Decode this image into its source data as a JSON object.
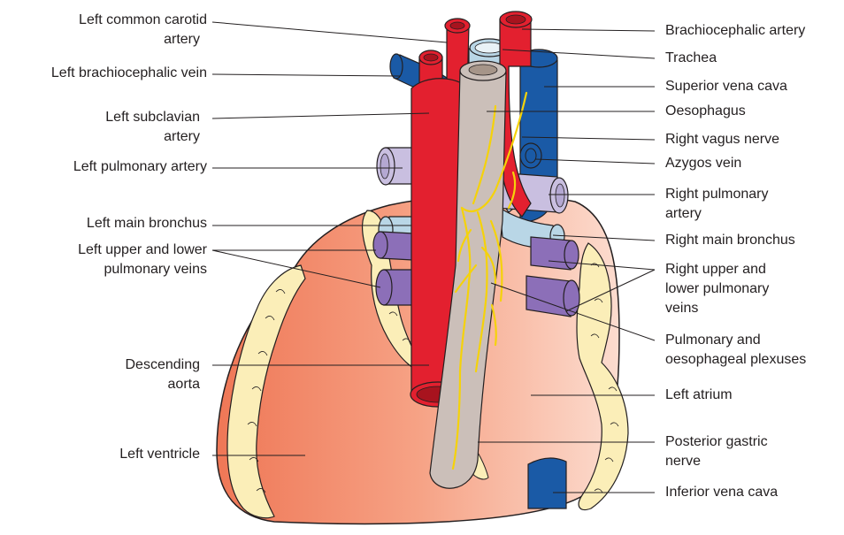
{
  "diagram": {
    "labels_left": {
      "left_common_carotid": [
        "Left common carotid",
        "artery"
      ],
      "left_brachiocephalic_vein": [
        "Left brachiocephalic vein"
      ],
      "left_subclavian": [
        "Left subclavian",
        "artery"
      ],
      "left_pulmonary_artery": [
        "Left pulmonary artery"
      ],
      "left_main_bronchus": [
        "Left main bronchus"
      ],
      "left_pulmonary_veins": [
        "Left upper and lower",
        "pulmonary veins"
      ],
      "descending_aorta": [
        "Descending",
        "aorta"
      ],
      "left_ventricle": [
        "Left ventricle"
      ]
    },
    "labels_right": {
      "brachiocephalic_artery": [
        "Brachiocephalic artery"
      ],
      "trachea": [
        "Trachea"
      ],
      "superior_vena_cava": [
        "Superior vena cava"
      ],
      "oesophagus": [
        "Oesophagus"
      ],
      "right_vagus_nerve": [
        "Right vagus nerve"
      ],
      "azygos_vein": [
        "Azygos vein"
      ],
      "right_pulmonary_artery": [
        "Right pulmonary",
        "artery"
      ],
      "right_main_bronchus": [
        "Right main bronchus"
      ],
      "right_pulmonary_veins": [
        "Right upper and",
        "lower pulmonary",
        "veins"
      ],
      "plexuses": [
        "Pulmonary and",
        "oesophageal plexuses"
      ],
      "left_atrium": [
        "Left atrium"
      ],
      "posterior_gastric_nerve": [
        "Posterior gastric",
        "nerve"
      ],
      "inferior_vena_cava": [
        "Inferior vena cava"
      ]
    },
    "colors": {
      "artery_red": "#e3202f",
      "vein_blue": "#1a5aa6",
      "pulmonary_artery_lilac": "#c9bfe0",
      "pulmonary_vein_purple": "#8c6fb8",
      "bronchus_lightblue": "#b9d6e6",
      "oesophagus_grey": "#cbbfb9",
      "heart_left": "#f07e5e",
      "heart_right": "#fbd4c5",
      "fat_yellow": "#fbeeb8",
      "nerve_yellow": "#f5d20a",
      "leader_line": "#231f20"
    }
  }
}
